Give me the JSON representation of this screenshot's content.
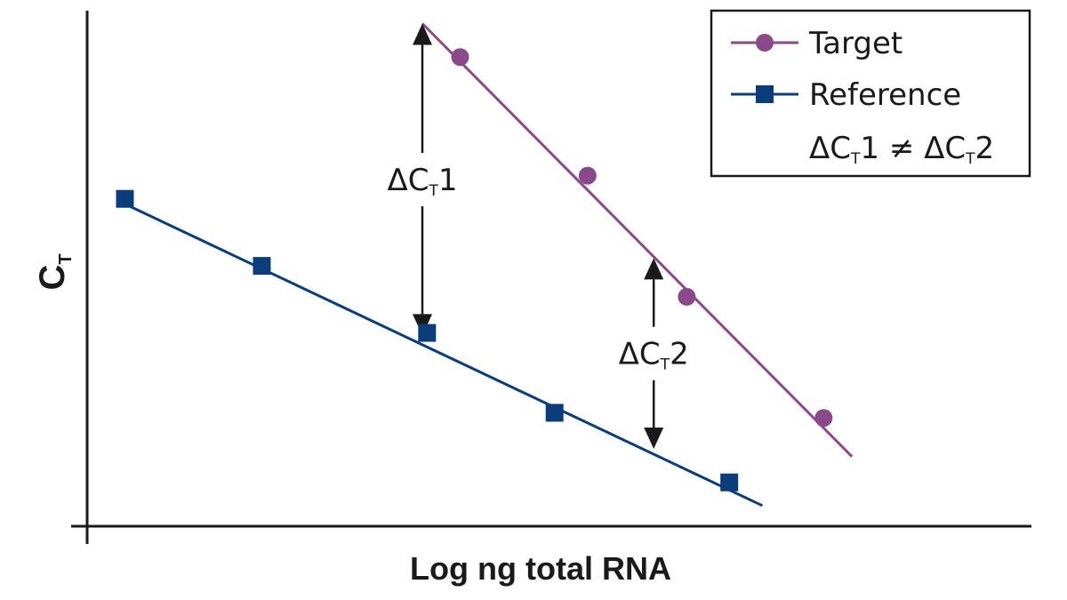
{
  "chart_data": {
    "type": "line",
    "xlabel": "Log ng total RNA",
    "ylabel": {
      "main": "C",
      "sub": "T"
    },
    "xlim": [
      0,
      10
    ],
    "ylim": [
      0,
      10
    ],
    "grid": false,
    "legend_position": "top-right",
    "series": [
      {
        "name": "Target",
        "marker": "circle",
        "color": "#8a4a8a",
        "x": [
          3.95,
          5.3,
          6.35,
          7.8
        ],
        "y": [
          9.1,
          6.8,
          4.45,
          2.1
        ],
        "fit": {
          "x": [
            3.55,
            8.1
          ],
          "y": [
            9.75,
            1.35
          ]
        }
      },
      {
        "name": "Reference",
        "marker": "square",
        "color": "#0b3d7a",
        "x": [
          0.4,
          1.85,
          3.6,
          4.95,
          6.8
        ],
        "y": [
          6.35,
          5.05,
          3.75,
          2.2,
          0.85
        ],
        "fit": {
          "x": [
            0.4,
            7.15
          ],
          "y": [
            6.25,
            0.4
          ]
        }
      }
    ],
    "annotations": [
      {
        "id": "dct1",
        "x": 3.55,
        "y_from": 9.75,
        "y_to": 3.7,
        "label": {
          "prefix": "ΔC",
          "sub": "T",
          "suffix": "1"
        }
      },
      {
        "id": "dct2",
        "x": 6.0,
        "y_from": 5.2,
        "y_to": 1.5,
        "label": {
          "prefix": "ΔC",
          "sub": "T",
          "suffix": "2"
        }
      }
    ],
    "legend_note": {
      "a_prefix": "ΔC",
      "a_sub": "T",
      "a_suffix": "1",
      "neq": " ≠ ",
      "b_prefix": "ΔC",
      "b_sub": "T",
      "b_suffix": "2"
    }
  }
}
